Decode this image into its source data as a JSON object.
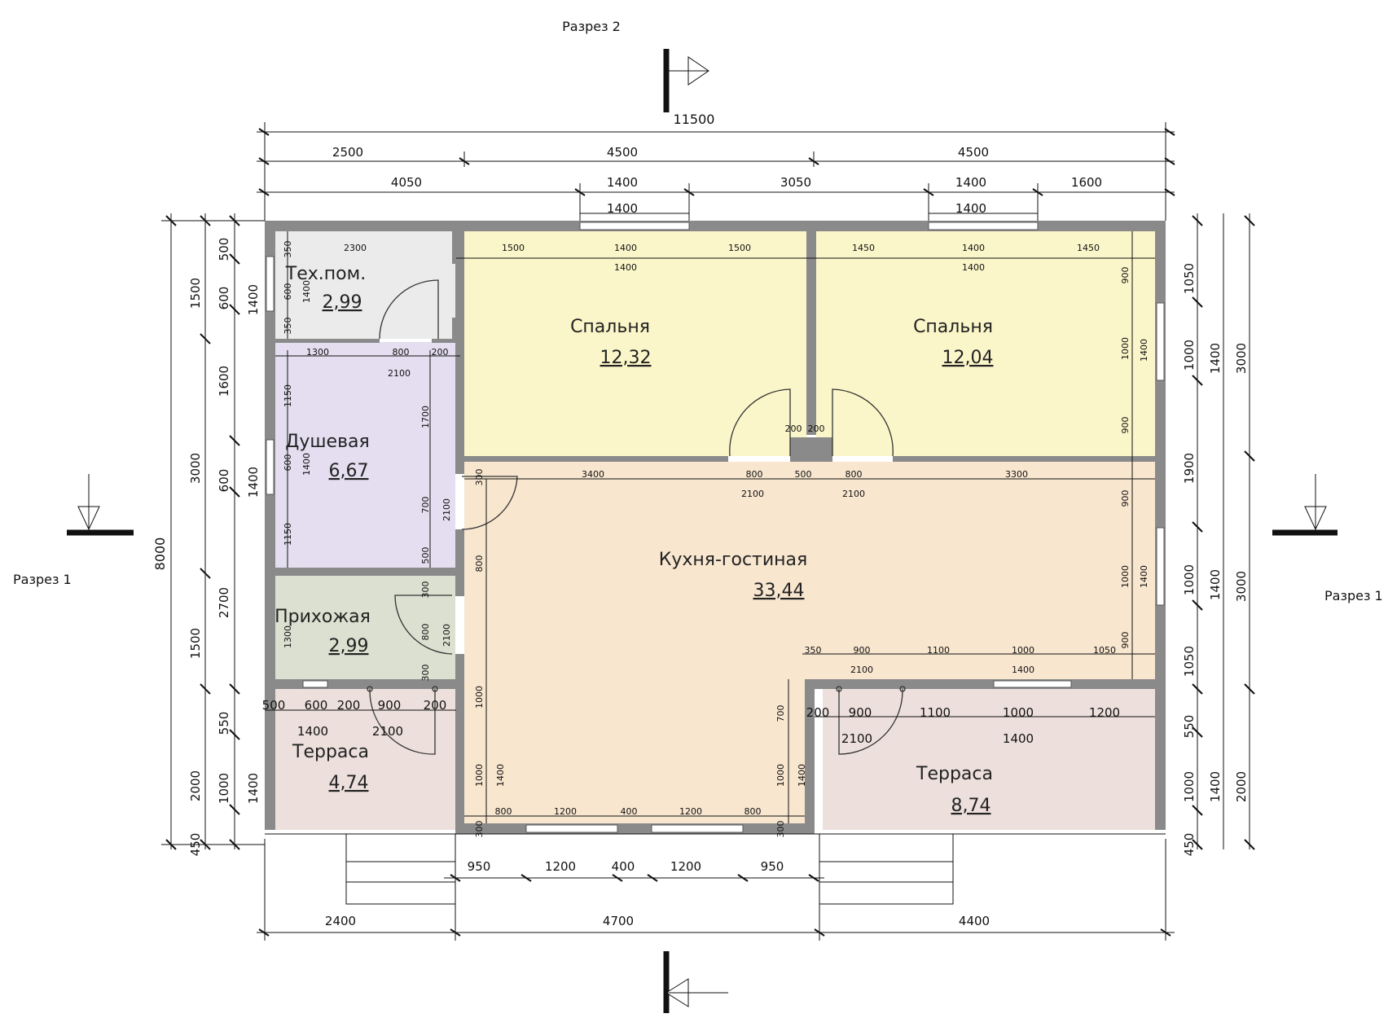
{
  "colors": {
    "tech": "#ebebeb",
    "shower": "#e4def0",
    "hall": "#dbe0d0",
    "bedroom": "#fbf6c9",
    "living": "#f8e6cf",
    "terrace": "#ede0dc",
    "wall": "#8a8a8a"
  },
  "section_labels": {
    "section1_left": "Разрез 1",
    "section1_right": "Разрез 1",
    "section2": "Разрез 2"
  },
  "rooms": {
    "tech": {
      "name": "Тех.пом.",
      "area": "2,99"
    },
    "bedroom1": {
      "name": "Спальня",
      "area": "12,32"
    },
    "bedroom2": {
      "name": "Спальня",
      "area": "12,04"
    },
    "shower": {
      "name": "Душевая",
      "area": "6,67"
    },
    "living": {
      "name": "Кухня-гостиная",
      "area": "33,44"
    },
    "hall": {
      "name": "Прихожая",
      "area": "2,99"
    },
    "terrace1": {
      "name": "Терраса",
      "area": "4,74"
    },
    "terrace2": {
      "name": "Терраса",
      "area": "8,74"
    }
  },
  "dims": {
    "total_width": "11500",
    "top_row1": [
      "2500",
      "4500",
      "4500"
    ],
    "top_row2": [
      "4050",
      "1400",
      "3050",
      "1400",
      "1600"
    ],
    "top_win_left": "1400",
    "top_win_right": "1400",
    "bottom_row1": [
      "950",
      "1200",
      "400",
      "1200",
      "950"
    ],
    "bottom_row2": [
      "2400",
      "4700",
      "4400"
    ],
    "total_height": "8000",
    "left_outer": [
      "1500",
      "3000",
      "1500",
      "2000",
      "450"
    ],
    "left_mid": [
      "1600",
      "2700",
      "550"
    ],
    "left_inner": [
      "500",
      "600",
      "600",
      "1000",
      "1400",
      "1400",
      "1400"
    ],
    "right_outer": [
      "3000",
      "3000",
      "2000"
    ],
    "right_mid": [
      "1050",
      "1000",
      "1900",
      "1000",
      "1050",
      "550",
      "1000",
      "450"
    ],
    "right_inner": [
      "1400",
      "1400",
      "1400"
    ],
    "tech_dims": [
      "2300",
      "350",
      "600",
      "350",
      "1400"
    ],
    "bed1_dims": [
      "1500",
      "1400",
      "1500",
      "1400"
    ],
    "bed2_dims": [
      "1450",
      "1400",
      "1450",
      "1400"
    ],
    "bed2_side": [
      "900",
      "1000",
      "900",
      "1400"
    ],
    "shower_top": [
      "1300",
      "800",
      "200",
      "2100"
    ],
    "shower_left": [
      "1150",
      "600",
      "1150",
      "1400"
    ],
    "shower_right": [
      "1700",
      "700",
      "2100",
      "500"
    ],
    "bed_doors": [
      "200",
      "200"
    ],
    "living_top": [
      "300",
      "3400",
      "800",
      "500",
      "800",
      "3300",
      "2100",
      "2100"
    ],
    "living_right": [
      "900",
      "1000",
      "900",
      "1400"
    ],
    "living_left": [
      "800",
      "1000",
      "1000",
      "1400"
    ],
    "living_bottom": [
      "300",
      "800",
      "1200",
      "400",
      "1200",
      "800",
      "300"
    ],
    "living_step": [
      "350",
      "900",
      "1100",
      "1000",
      "1050",
      "2100",
      "1400"
    ],
    "living_step_side": [
      "700",
      "1000",
      "1400"
    ],
    "hall_dims": [
      "1300",
      "300",
      "800",
      "300",
      "2100"
    ],
    "terrace1_top": [
      "500",
      "600",
      "200",
      "900",
      "200",
      "1400",
      "2100"
    ],
    "terrace2_top": [
      "200",
      "900",
      "1100",
      "1000",
      "1200",
      "2100",
      "1400"
    ]
  }
}
